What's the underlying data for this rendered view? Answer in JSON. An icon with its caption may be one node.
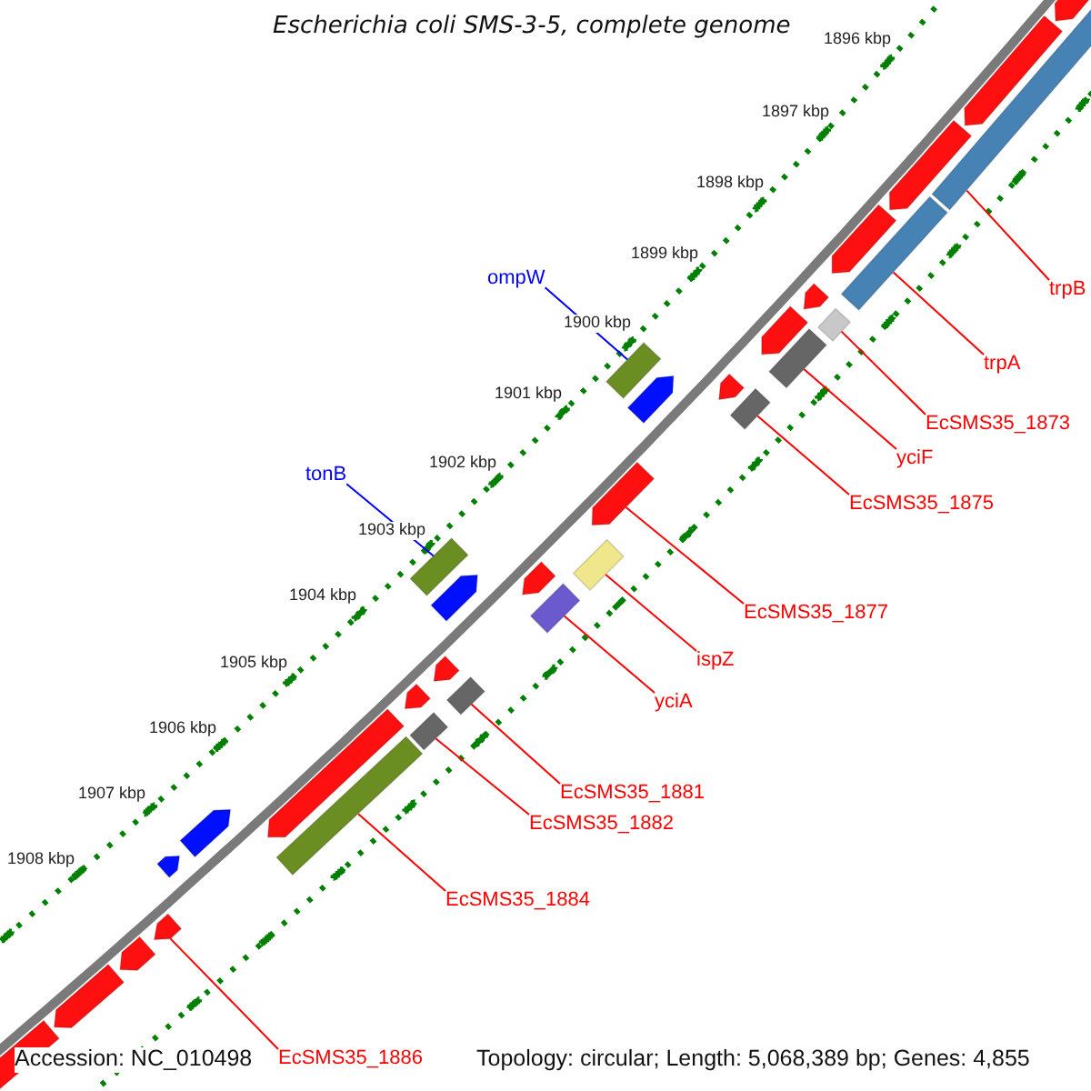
{
  "diagram": {
    "title": "Escherichia coli SMS-3-5, complete genome",
    "nodes": [
      {
        "text": [
          "ompW"
        ]
      },
      {
        "text": [
          "trpB"
        ]
      },
      {
        "text": [
          "trpA"
        ]
      },
      {
        "text": [
          "EcSMS35_1873"
        ]
      },
      {
        "text": [
          "yciF"
        ]
      },
      {
        "text": [
          "tonB"
        ]
      },
      {
        "text": [
          "EcSMS35_1875"
        ]
      },
      {
        "text": [
          "EcSMS35_1877"
        ]
      },
      {
        "text": [
          "ispZ"
        ]
      },
      {
        "text": [
          "yciA"
        ]
      },
      {
        "text": [
          "EcSMS35_1881"
        ]
      },
      {
        "text": [
          "EcSMS35_1882"
        ]
      },
      {
        "text": [
          "EcSMS35_1884"
        ]
      },
      {
        "text": [
          "EcSMS35_1886"
        ]
      },
      {
        "text": [],
        "shape": "bar"
      },
      {
        "text": [],
        "shape": "bar"
      },
      {
        "text": [],
        "shape": "bar"
      },
      {
        "text": [],
        "shape": "bar"
      },
      {
        "text": [],
        "shape": "bar"
      },
      {
        "text": [],
        "shape": "bar"
      },
      {
        "text": [],
        "shape": "bar"
      },
      {
        "text": [],
        "shape": "arrow"
      },
      {
        "text": [],
        "shape": "bar"
      },
      {
        "text": [],
        "shape": "bar"
      },
      {
        "text": [],
        "shape": "bar"
      },
      {
        "text": [],
        "shape": "bar"
      },
      {
        "text": [],
        "shape": "bar"
      },
      {
        "text": [],
        "shape": "arrow"
      },
      {
        "text": [],
        "shape": "arrow"
      },
      {
        "text": [],
        "shape": "arrow"
      },
      {
        "text": [],
        "shape": "arrow"
      },
      {
        "text": [],
        "shape": "arrow"
      },
      {
        "text": [],
        "shape": "arrow"
      },
      {
        "text": [],
        "shape": "arrow"
      },
      {
        "text": [],
        "shape": "arrow"
      },
      {
        "text": [],
        "shape": "arrow"
      },
      {
        "text": [],
        "shape": "arrow"
      },
      {
        "text": [],
        "shape": "arrow"
      },
      {
        "text": [],
        "shape": "arrow"
      },
      {
        "text": [],
        "shape": "arrow"
      },
      {
        "text": [],
        "shape": "arrow"
      },
      {
        "text": [],
        "shape": "arrow"
      },
      {
        "text": [],
        "shape": "arrow"
      },
      {
        "text": [],
        "shape": "arrow"
      },
      {
        "text": [],
        "shape": "arrow"
      },
      {
        "text": [],
        "shape": "arrow"
      }
    ],
    "edges": [
      {
        "from": 0,
        "to": 14,
        "arrow": "none",
        "color": "#0000ff"
      },
      {
        "from": 1,
        "to": 15,
        "arrow": "none"
      },
      {
        "from": 2,
        "to": 16,
        "arrow": "none"
      },
      {
        "from": 3,
        "to": 17,
        "arrow": "none"
      },
      {
        "from": 4,
        "to": 18,
        "arrow": "none"
      },
      {
        "from": 5,
        "to": 19,
        "arrow": "none",
        "color": "#0000ff"
      },
      {
        "from": 6,
        "to": 20,
        "arrow": "none"
      },
      {
        "from": 7,
        "to": 21,
        "arrow": "none"
      },
      {
        "from": 8,
        "to": 22,
        "arrow": "none"
      },
      {
        "from": 9,
        "to": 23,
        "arrow": "none"
      },
      {
        "from": 10,
        "to": 24,
        "arrow": "none"
      },
      {
        "from": 11,
        "to": 25,
        "arrow": "none"
      },
      {
        "from": 12,
        "to": 26,
        "arrow": "none"
      },
      {
        "from": 13,
        "to": 27,
        "arrow": "none"
      }
    ],
    "labels": [
      "1896 kbp",
      "1897 kbp",
      "1898 kbp",
      "1899 kbp",
      "1900 kbp",
      "1901 kbp",
      "1902 kbp",
      "1903 kbp",
      "1904 kbp",
      "1905 kbp",
      "1906 kbp",
      "1907 kbp",
      "1908 kbp",
      "Accession: NC_010498",
      "Topology: circular; Length: 5,068,389 bp; Genes: 4,855"
    ]
  }
}
